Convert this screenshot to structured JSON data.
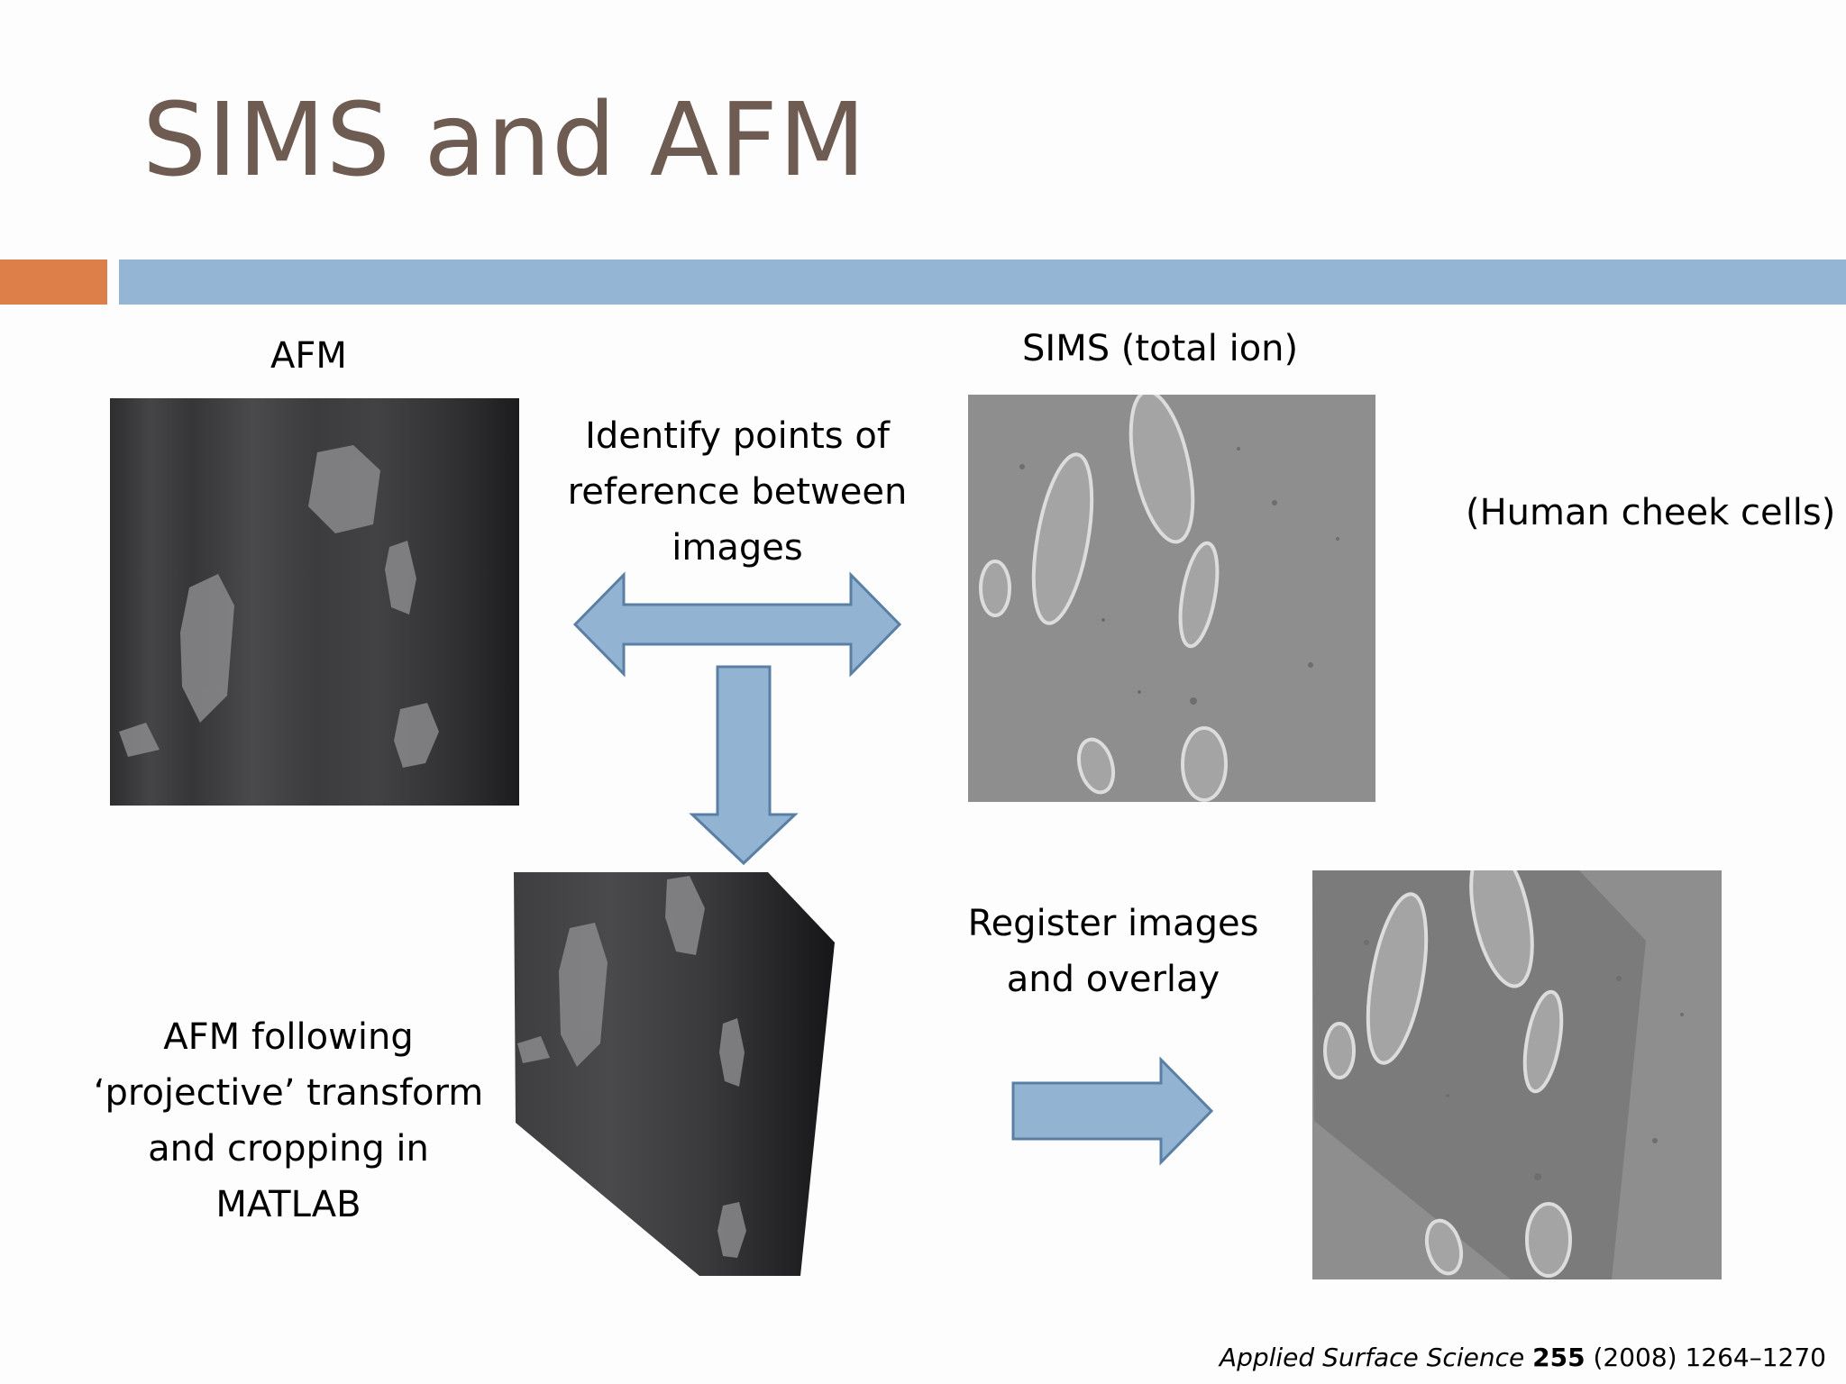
{
  "slide": {
    "title": "SIMS and AFM",
    "label_afm": "AFM",
    "label_sims": "SIMS (total ion)",
    "note_cells": "(Human cheek cells)",
    "identify_text": [
      "Identify points of",
      "reference between",
      "images"
    ],
    "register_text": [
      "Register images",
      "and overlay"
    ],
    "transform_text": [
      "AFM following",
      "‘projective’ transform",
      "and cropping in",
      "MATLAB"
    ],
    "citation": {
      "journal": "Applied Surface Science",
      "volume": "255",
      "rest": "(2008) 1264–1270"
    }
  },
  "colors": {
    "title": "#6e5b52",
    "accent_orange": "#dc7f48",
    "accent_blue": "#94b5d3",
    "arrow_fill": "#93b3d2",
    "arrow_stroke": "#5a7fa5"
  }
}
